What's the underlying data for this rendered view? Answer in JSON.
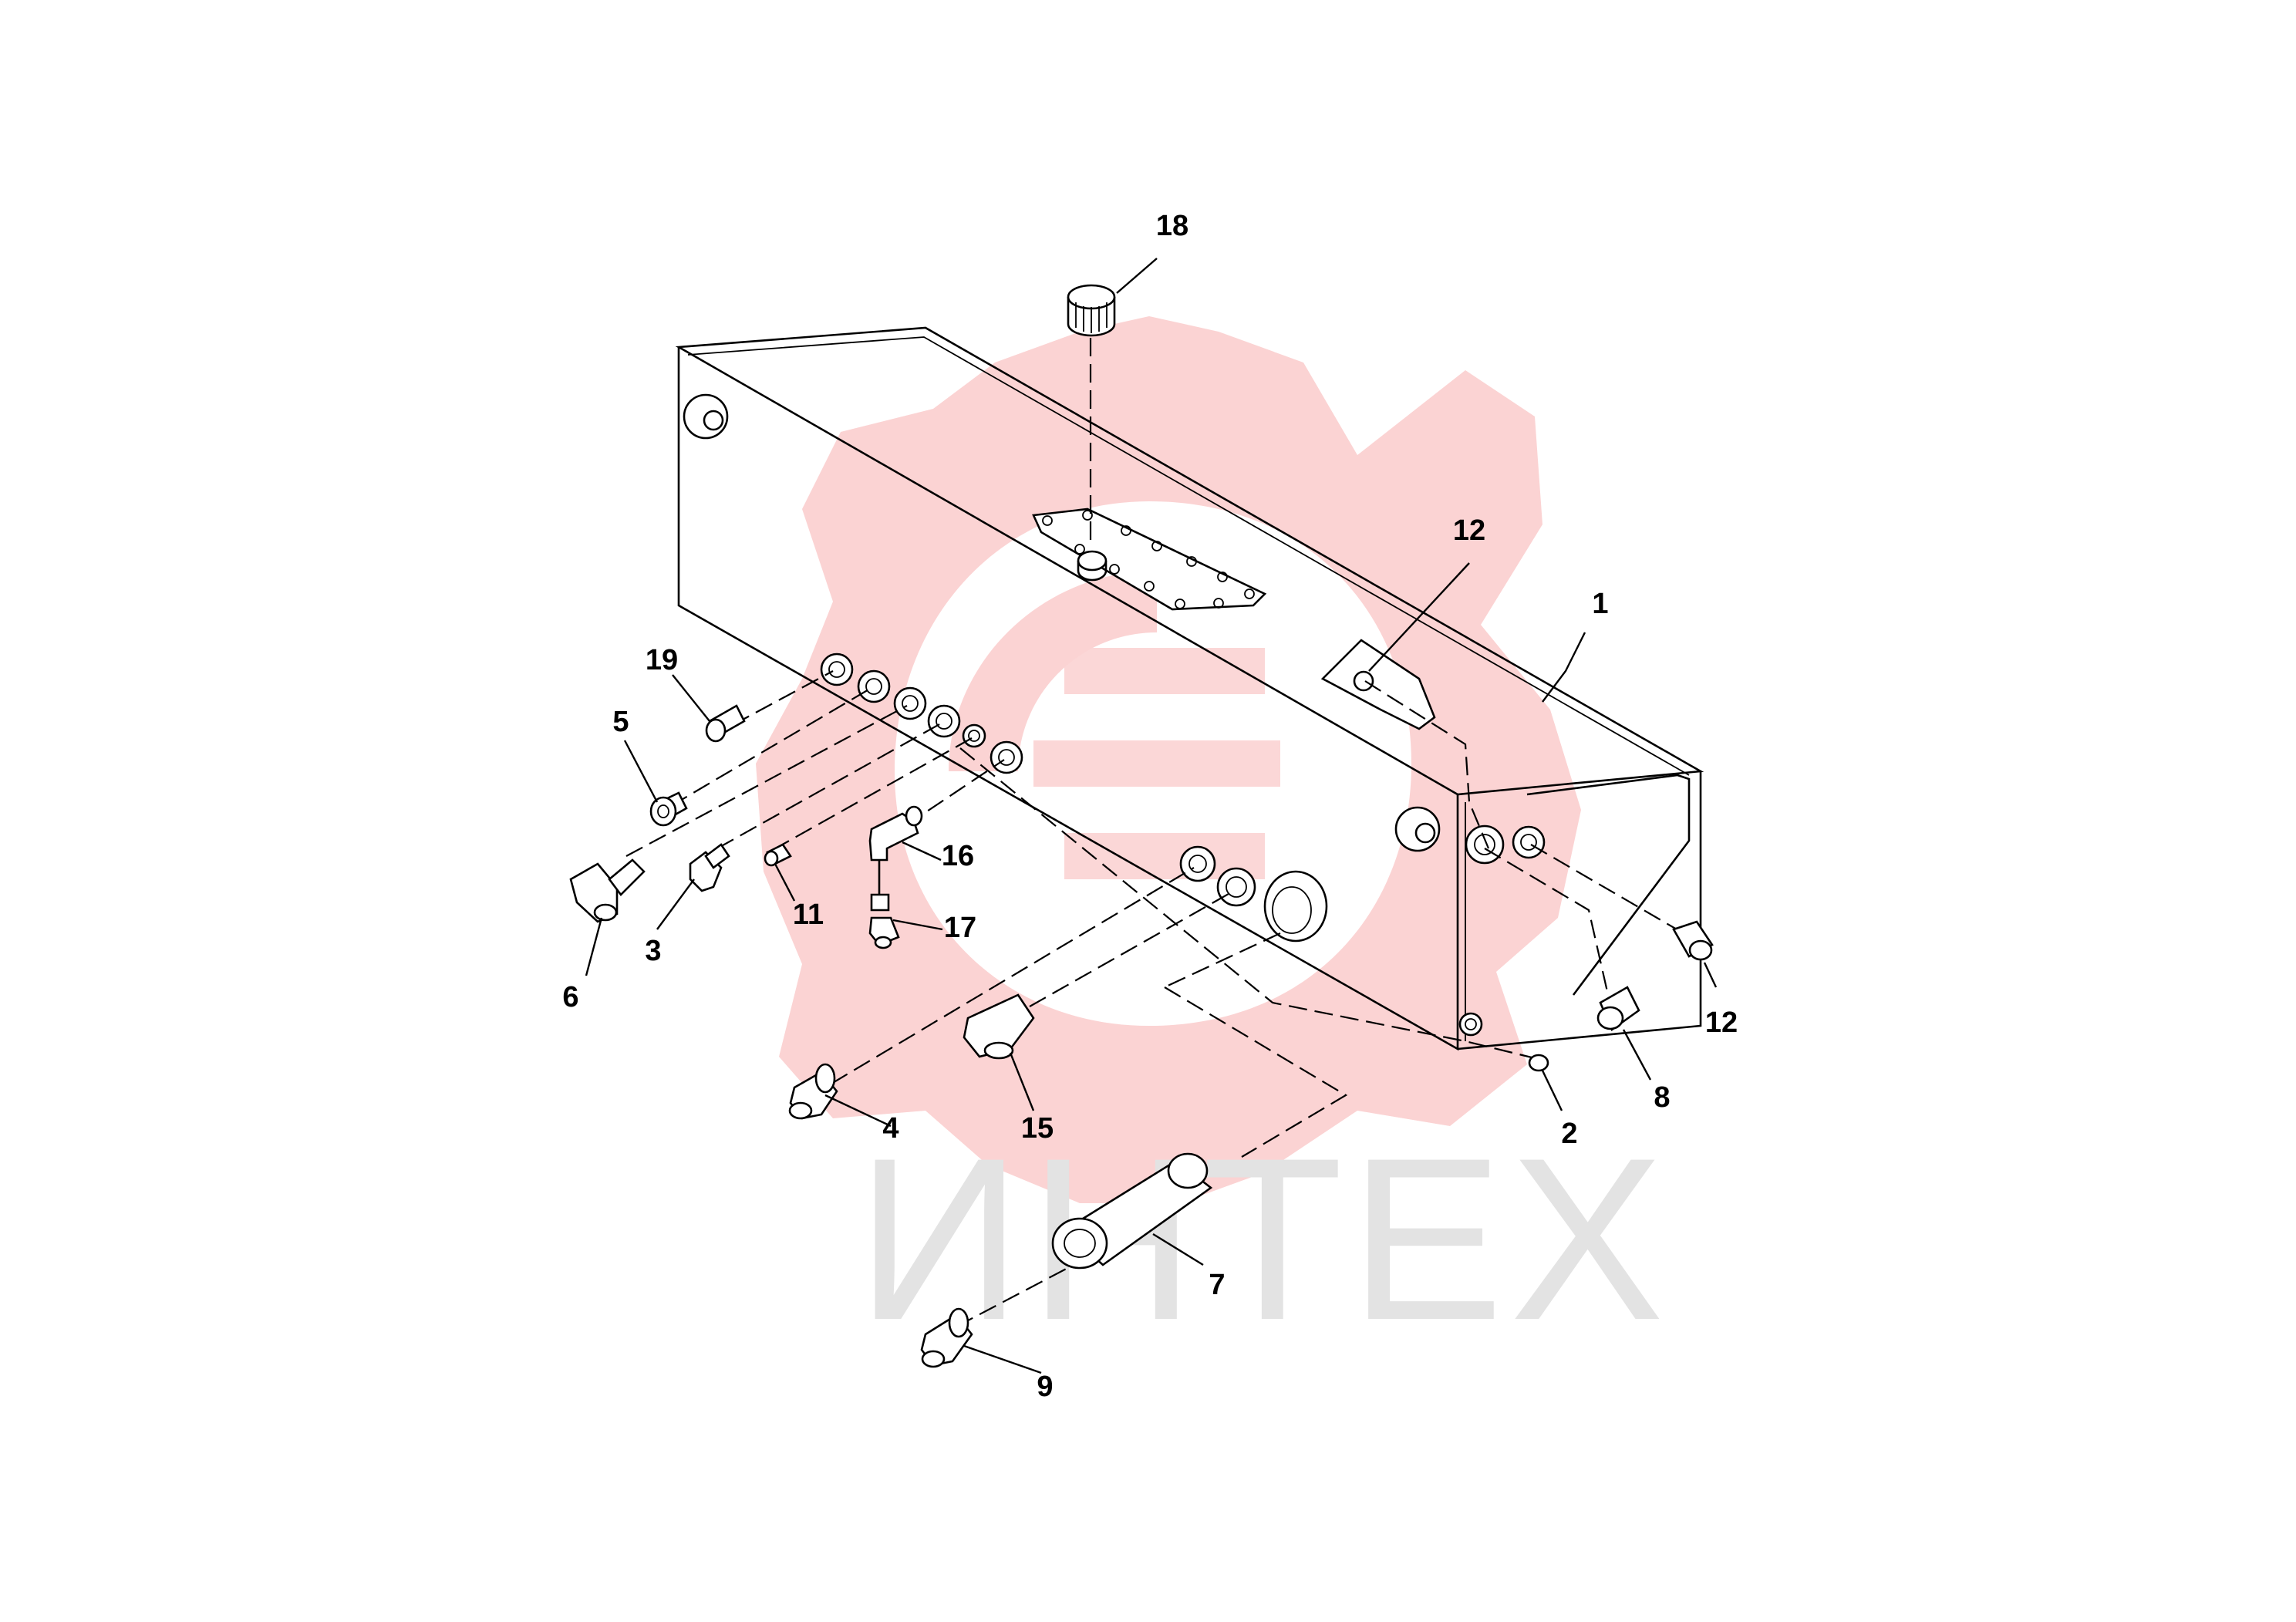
{
  "watermark": {
    "text": "ИНТЕХ",
    "gear_color": "#fbd3d3",
    "text_color": "#e3e3e3"
  },
  "callouts": [
    {
      "id": "1",
      "label": "1"
    },
    {
      "id": "2",
      "label": "2"
    },
    {
      "id": "3",
      "label": "3"
    },
    {
      "id": "4",
      "label": "4"
    },
    {
      "id": "5",
      "label": "5"
    },
    {
      "id": "6",
      "label": "6"
    },
    {
      "id": "7",
      "label": "7"
    },
    {
      "id": "8",
      "label": "8"
    },
    {
      "id": "9",
      "label": "9"
    },
    {
      "id": "11",
      "label": "11"
    },
    {
      "id": "12a",
      "label": "12"
    },
    {
      "id": "12b",
      "label": "12"
    },
    {
      "id": "15",
      "label": "15"
    },
    {
      "id": "16",
      "label": "16"
    },
    {
      "id": "17",
      "label": "17"
    },
    {
      "id": "18",
      "label": "18"
    },
    {
      "id": "19",
      "label": "19"
    }
  ]
}
